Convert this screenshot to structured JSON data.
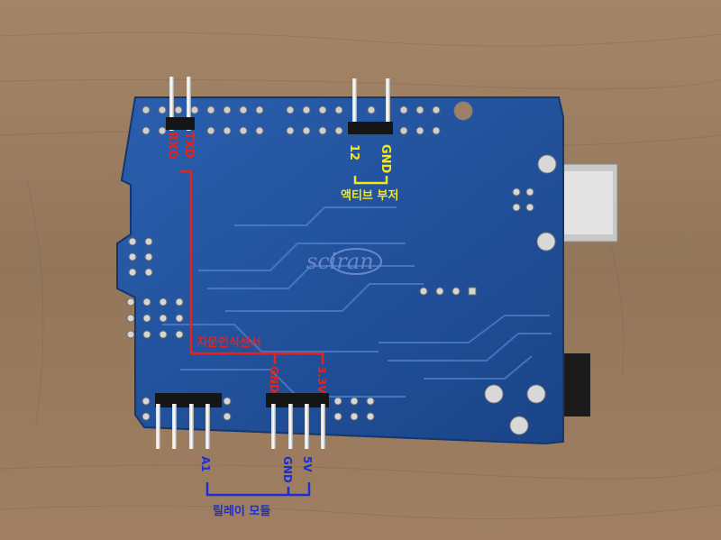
{
  "logo": {
    "text": "sciran"
  },
  "labels": {
    "serial": {
      "txd": "TXD",
      "rxd": "RXD"
    },
    "buzzer": {
      "pin1": "12",
      "pin2": "GND",
      "title": "액티브 부저"
    },
    "fingerprint": {
      "title": "지문인식센서",
      "gnd": "GND",
      "v33": "3.3V"
    },
    "relay": {
      "a1": "A1",
      "gnd": "GND",
      "v5": "5V",
      "title": "릴레이 모듈"
    }
  },
  "colors": {
    "wood": "#9a7d60",
    "board": "#1f4f9a",
    "red_label": "#e8211a",
    "yellow_label": "#f7e71a",
    "blue_label": "#1a2fd6"
  }
}
